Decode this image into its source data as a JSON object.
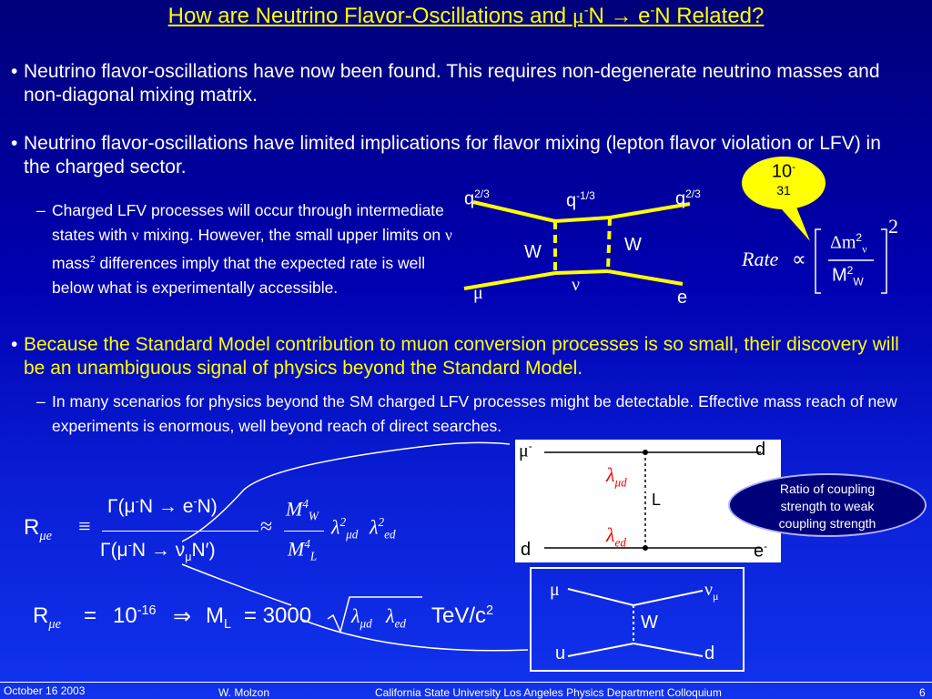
{
  "title": {
    "part1": "How are Neutrino Flavor-Oscillations and ",
    "mu": "μ",
    "minus1": "-",
    "part2": "N ",
    "arrow": "→",
    "part3": " e",
    "minus2": "-",
    "part4": "N  Related?"
  },
  "bullets": {
    "b1": "Neutrino flavor-oscillations have now been found. This requires non-degenerate neutrino masses and non-diagonal mixing matrix.",
    "b2": "Neutrino flavor-oscillations have limited implications for flavor mixing (lepton flavor violation or LFV) in the charged sector.",
    "sub1_a": "Charged LFV processes will occur through intermediate states with ",
    "sub1_nu": "ν",
    "sub1_b": " mixing. However, the small upper limits on ",
    "sub1_nu2": "ν",
    "sub1_c": " mass",
    "sub1_sup": "2",
    "sub1_d": " differences imply that the expected rate is well below what is experimentally accessible.",
    "b3": "Because the Standard Model contribution to muon conversion processes is so small, their discovery will be an unambiguous signal of physics beyond the Standard Model.",
    "sub2": "In many scenarios for physics beyond the SM charged LFV processes might be detectable. Effective mass reach of new experiments is enormous, well beyond reach of direct searches."
  },
  "box_diagram": {
    "q_left": "q",
    "q_left_sup": "2/3",
    "q_mid": "q",
    "q_mid_sup": "-1/3",
    "q_right": "q",
    "q_right_sup": "2/3",
    "w_left": "W",
    "w_right": "W",
    "mu": "μ",
    "nu": "ν",
    "e": "e"
  },
  "rate": {
    "bubble_main": "10",
    "bubble_sup": "-",
    "bubble_sub": "31",
    "label": "Rate",
    "propto": "∝",
    "dm": "Δm",
    "dm_sup": "2",
    "dm_sub": "ν",
    "mw": "M",
    "mw_sup": "2",
    "mw_sub": "W",
    "power": "2"
  },
  "lq_diagram": {
    "mu": "μ",
    "mu_sup": "-",
    "d_top": "d",
    "lambda_mud": "λ",
    "lambda_mud_sub": "μd",
    "L": "L",
    "lambda_ed": "λ",
    "lambda_ed_sub": "ed",
    "d_bottom": "d",
    "e": "e",
    "e_sup": "-"
  },
  "callout": {
    "text": "Ratio of coupling strength to weak coupling strength"
  },
  "formula1": {
    "R": "R",
    "R_sub": "μe",
    "equiv": "≡",
    "num": "Γ(μ",
    "num_sup": "-",
    "num_b": "N → e",
    "num_sup2": "-",
    "num_c": "N)",
    "den": "Γ(μ",
    "den_sup": "-",
    "den_b": "N → ν",
    "den_sub": "μ",
    "den_c": "N′)",
    "approx": "≈",
    "mw": "M",
    "mw_sup": "4",
    "mw_sub": "W",
    "ml": "M",
    "ml_sup": "4",
    "ml_sub": "L",
    "lam1": "λ",
    "lam1_sup": "2",
    "lam1_sub": "μd",
    "lam2": "λ",
    "lam2_sup": "2",
    "lam2_sub": "ed"
  },
  "formula2": {
    "R": "R",
    "R_sub": "μe",
    "eq": "=",
    "ten": "10",
    "ten_sup": "-16",
    "implies": "⇒",
    "M": "M",
    "M_sub": "L",
    "eq2": "= 3000",
    "lam": "λ",
    "lam_sub": "μd",
    "lam2": "λ",
    "lam2_sub": "ed",
    "unit": "TeV/c",
    "unit_sup": "2"
  },
  "w_diagram": {
    "mu": "μ",
    "numu": "ν",
    "numu_sub": "μ",
    "W": "W",
    "u": "u",
    "d": "d"
  },
  "footer": {
    "date": "October 16 2003",
    "author": "W. Molzon",
    "venue": "California State University Los Angeles Physics Department  Colloquium",
    "page": "6"
  },
  "colors": {
    "title": "#ffff00",
    "highlight": "#ffff00",
    "bubble": "#ffff00",
    "diagram_line": "#ffff00",
    "lambda_red": "#ff0000"
  }
}
